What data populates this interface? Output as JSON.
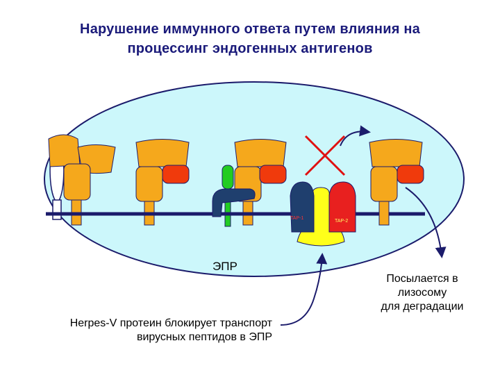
{
  "title": {
    "line1": "Нарушение иммунного ответа путем влияния на",
    "line2": "процессинг эндогенных антигенов"
  },
  "labels": {
    "er": "ЭПР",
    "tap1": "TAP-1",
    "tap2": "TAP-2",
    "herpes_line1": "Herpes-V протеин блокирует транспорт",
    "herpes_line2": "вирусных пептидов в ЭПР",
    "lysosome_line1": "Посылается в",
    "lysosome_line2": "лизосому",
    "lysosome_line3": "для деградации"
  },
  "colors": {
    "cell_fill": "#ccf7fb",
    "membrane": "#1b1b6b",
    "mhc_orange": "#f5a81c",
    "peptide_red": "#f03a0c",
    "tap1_navy": "#1f3f6e",
    "tap2_red": "#e8201f",
    "tap_channel_yellow": "#ffff1a",
    "herpes_green": "#22cc22",
    "block_cross": "#e01010",
    "title_text": "#1a1a7a"
  }
}
